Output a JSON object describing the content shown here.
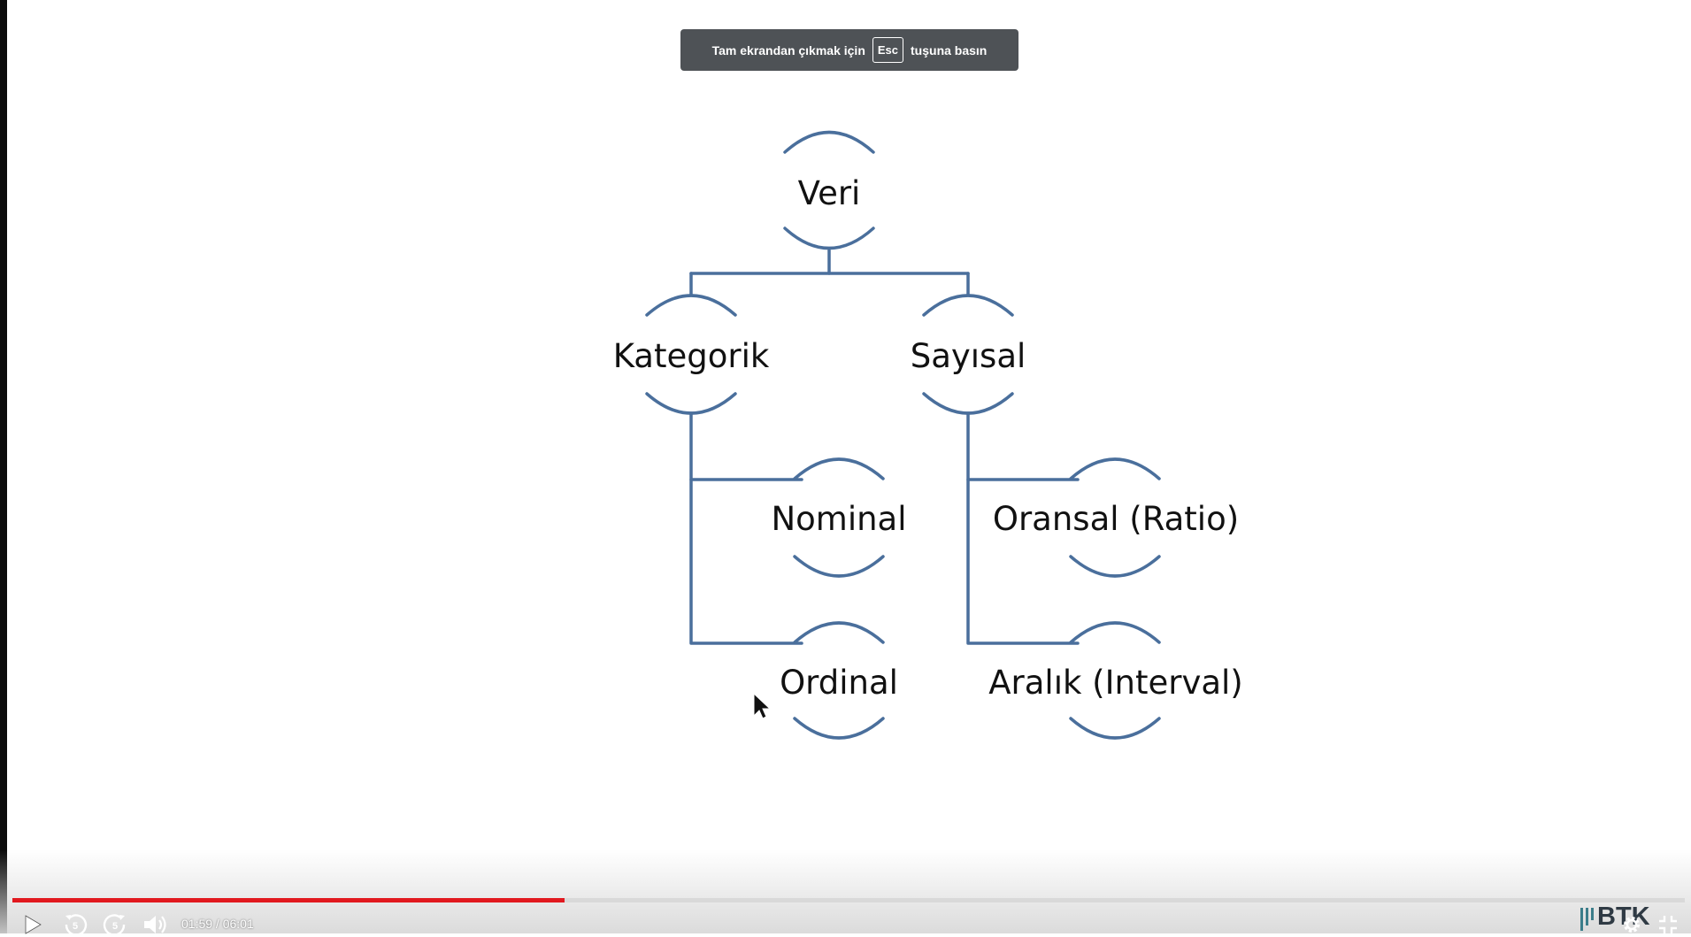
{
  "toast": {
    "before": "Tam ekrandan çıkmak için",
    "key": "Esc",
    "after": "tuşuna basın"
  },
  "diagram": {
    "nodes": {
      "root": "Veri",
      "categorical": "Kategorik",
      "numerical": "Sayısal",
      "nominal": "Nominal",
      "ordinal": "Ordinal",
      "ratio": "Oransal (Ratio)",
      "interval": "Aralık (Interval)"
    },
    "line_color": "#4a6f9c"
  },
  "player": {
    "current_time": "01:59",
    "duration": "06:01",
    "time_display": "01:59 / 06:01",
    "progress_fraction": 0.33,
    "rewind_seconds": "5",
    "forward_seconds": "5",
    "accent_color": "#e1191f",
    "icons": [
      "play-icon",
      "rewind-5-icon",
      "forward-5-icon",
      "volume-icon",
      "settings-icon",
      "exit-fullscreen-icon"
    ],
    "logo_text": "BTK"
  }
}
